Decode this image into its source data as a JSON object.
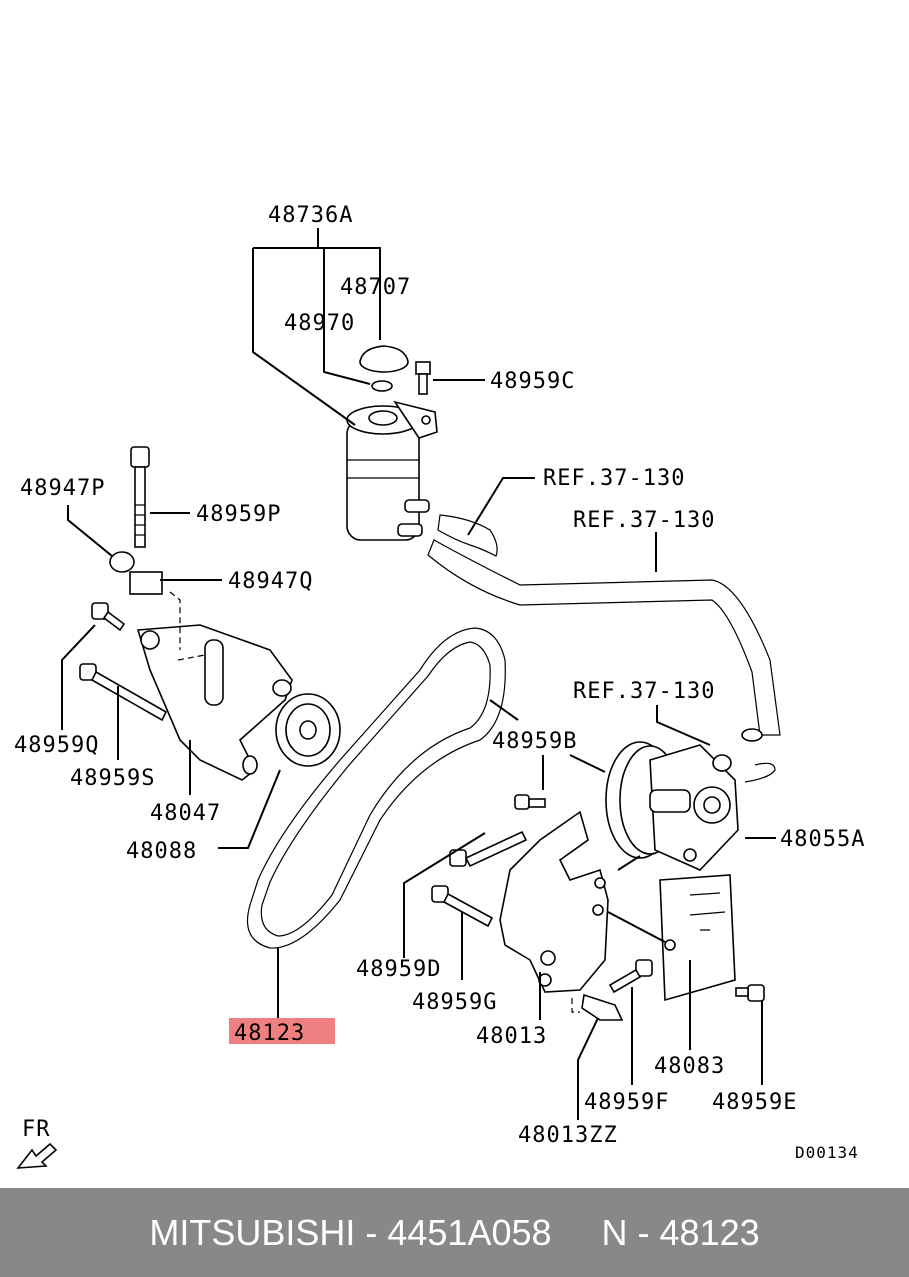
{
  "labels": {
    "l48736A": "48736A",
    "l48707": "48707",
    "l48970": "48970",
    "l48959C": "48959C",
    "ref1": "REF.37-130",
    "ref2": "REF.37-130",
    "ref3": "REF.37-130",
    "l48947P": "48947P",
    "l48959P": "48959P",
    "l48947Q": "48947Q",
    "l48959Q": "48959Q",
    "l48959S": "48959S",
    "l48047": "48047",
    "l48088": "48088",
    "l48959B": "48959B",
    "l48055A": "48055A",
    "l48959D": "48959D",
    "l48959G": "48959G",
    "l48013": "48013",
    "l48123": "48123",
    "l48083": "48083",
    "l48959F": "48959F",
    "l48959E": "48959E",
    "l48013ZZ": "48013ZZ",
    "fr": "FR",
    "code": "D00134"
  },
  "highlight_color": "#f08080",
  "footer": {
    "text": "MITSUBISHI - 4451A058     N - 48123",
    "background": "#888888"
  }
}
